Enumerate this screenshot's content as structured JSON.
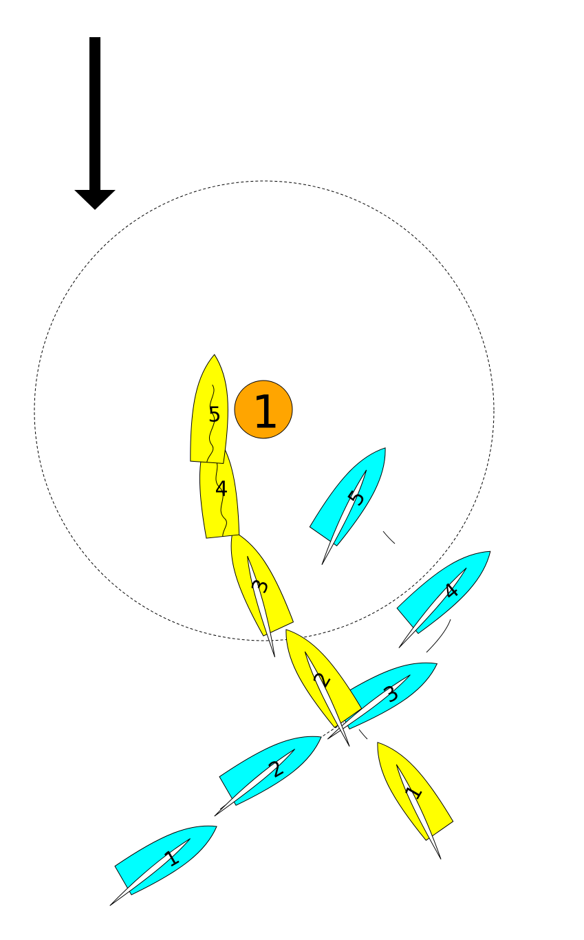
{
  "colors": {
    "yellow_boat": "#ffff00",
    "cyan_boat": "#00ffff",
    "mark": "#ffa500",
    "outline": "#000000",
    "sail": "#ffffff"
  },
  "wind_direction": "down",
  "mark": {
    "label": "1",
    "icon": "orange-circle-mark"
  },
  "zone_circle": {
    "style": "dashed"
  },
  "yellow_boats": [
    {
      "label": "1"
    },
    {
      "label": "2"
    },
    {
      "label": "3"
    },
    {
      "label": "4"
    },
    {
      "label": "5"
    }
  ],
  "cyan_boats": [
    {
      "label": "1"
    },
    {
      "label": "2"
    },
    {
      "label": "3"
    },
    {
      "label": "4"
    },
    {
      "label": "5"
    }
  ]
}
